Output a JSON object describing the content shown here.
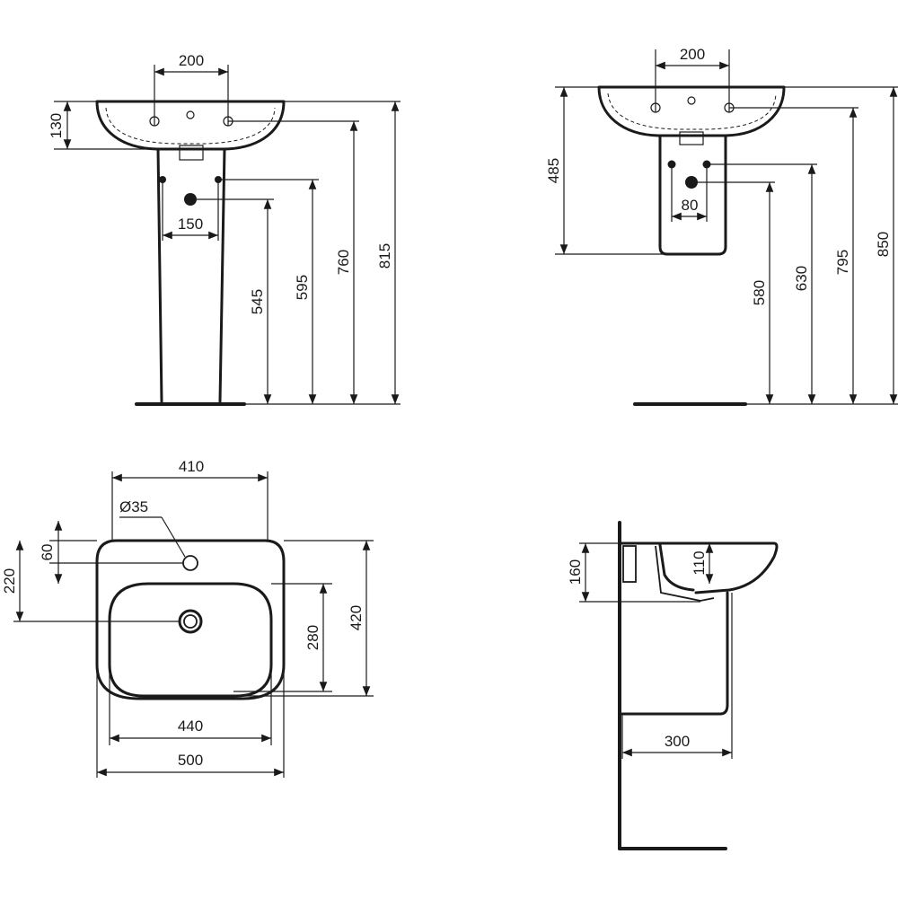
{
  "views": {
    "front_pedestal": {
      "width_holes": "200",
      "depth_bowl": "130",
      "fixing_spacing": "150",
      "waste_height": "545",
      "fixing_height": "595",
      "tap_height": "760",
      "rim_height": "815"
    },
    "front_semi_pedestal": {
      "width_holes": "200",
      "rim_to_bottom": "485",
      "fixing_spacing": "80",
      "waste_height": "580",
      "fixing_height": "630",
      "tap_height": "795",
      "rim_height": "850"
    },
    "plan": {
      "inner_top_width": "410",
      "tap_hole_diameter": "Ø35",
      "tap_hole_offset": "60",
      "waste_offset": "220",
      "bowl_depth": "280",
      "overall_depth": "420",
      "bowl_width": "440",
      "overall_width": "500"
    },
    "side": {
      "basin_height": "160",
      "bowl_depth": "110",
      "pedestal_projection": "300"
    }
  },
  "colors": {
    "line": "#1a1a1a",
    "background": "#ffffff"
  }
}
